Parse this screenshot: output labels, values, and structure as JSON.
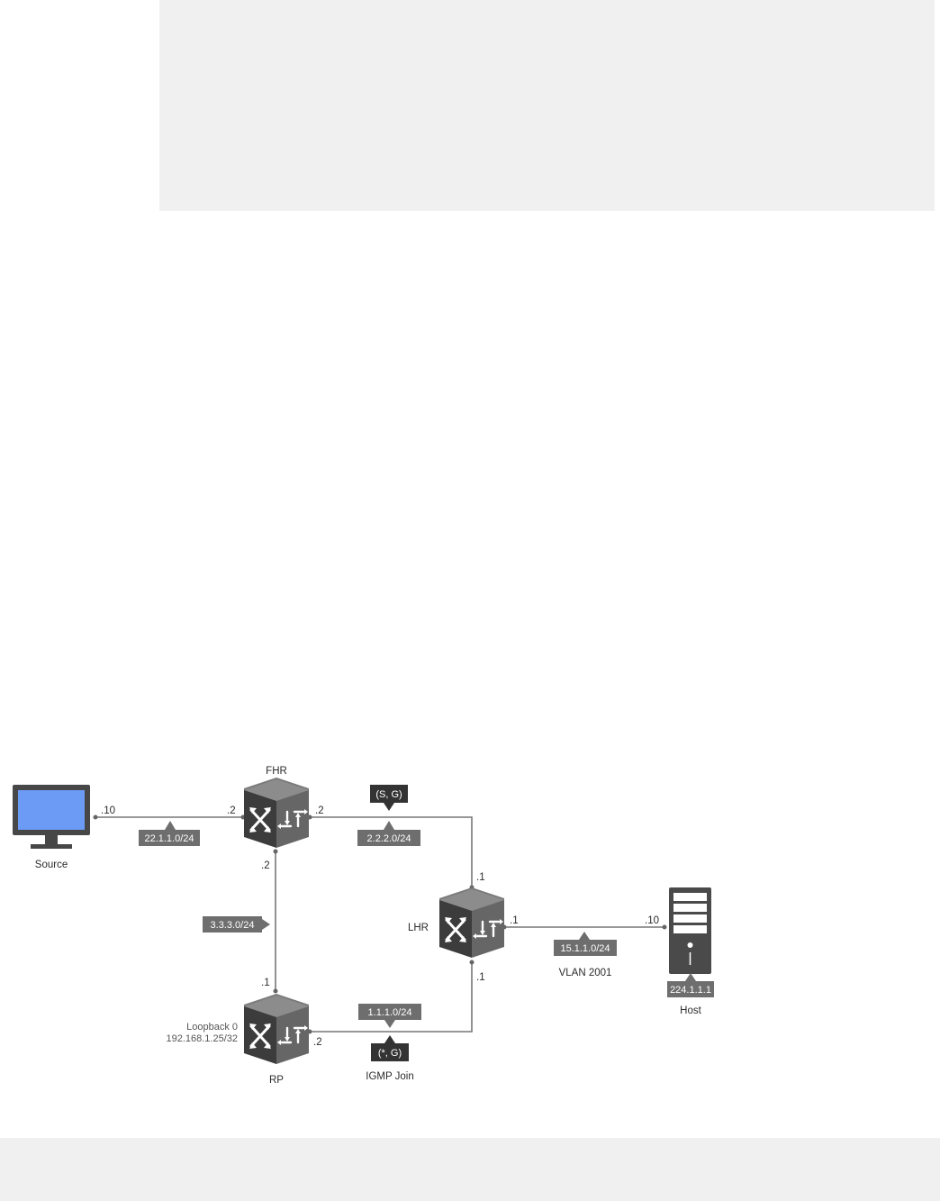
{
  "colors": {
    "panel_bg": "#f0f0f0",
    "link": "#777777",
    "subnet_tag": "#6e6e6e",
    "flow_tag": "#333333",
    "router_dark": "#3f3f3f",
    "router_mid": "#6a6a6a",
    "monitor_screen": "#6b9bf4",
    "monitor_frame": "#474747",
    "server_body": "#4a4a4a"
  },
  "nodes": {
    "source": {
      "label": "Source",
      "icon": "monitor-icon"
    },
    "fhr": {
      "label": "FHR",
      "icon": "router-icon"
    },
    "lhr": {
      "label": "LHR",
      "icon": "router-icon"
    },
    "rp": {
      "label": "RP",
      "icon": "router-icon",
      "loopback_name": "Loopback 0",
      "loopback_ip": "192.168.1.25/32"
    },
    "host": {
      "label": "Host",
      "icon": "server-icon",
      "group_tag": "224.1.1.1"
    }
  },
  "links": {
    "source_fhr": {
      "subnet": "22.1.1.0/24",
      "source_if": ".10",
      "fhr_if": ".2"
    },
    "fhr_lhr": {
      "subnet": "2.2.2.0/24",
      "fhr_if": ".2",
      "lhr_if": ".1",
      "flow": "(S, G)"
    },
    "fhr_rp": {
      "subnet": "3.3.3.0/24",
      "fhr_if": ".2",
      "rp_if": ".1"
    },
    "rp_lhr": {
      "subnet": "1.1.1.0/24",
      "rp_if": ".2",
      "lhr_if": ".1",
      "flow": "(*, G)",
      "flow_caption": "IGMP Join"
    },
    "lhr_host": {
      "subnet": "15.1.1.0/24",
      "lhr_if": ".1",
      "host_if": ".10",
      "vlan": "VLAN 2001"
    }
  }
}
